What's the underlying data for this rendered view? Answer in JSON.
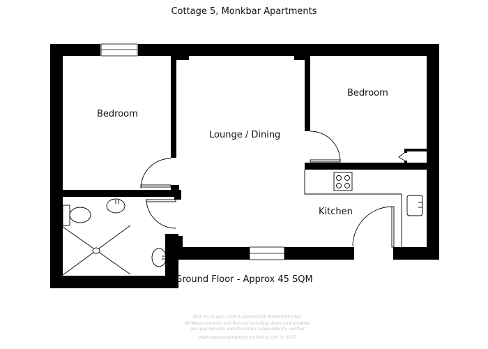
{
  "title": "Cottage 5, Monkbar Apartments",
  "floor": {
    "label": "Ground Floor - Approx 45 SQM"
  },
  "rooms": [
    {
      "id": "bedroom-1",
      "label": "Bedroom"
    },
    {
      "id": "lounge-dining",
      "label": "Lounge / Dining"
    },
    {
      "id": "bedroom-2",
      "label": "Bedroom"
    },
    {
      "id": "kitchen",
      "label": "Kitchen"
    }
  ],
  "fixtures": {
    "hob": "hob-icon",
    "sink": "sink-icon",
    "toilet": "toilet-icon",
    "basin": "basin-icon",
    "shower": "shower-tray-icon"
  },
  "disclaimer": {
    "line1": "NOT TO SCALE - FOR ILLUSTRATIVE PURPOSES ONLY",
    "line2": "All Measurements and fixtures including doors and windows",
    "line3": "are approximate and should be independently verified",
    "line4": "www.exposurepropertymarketing.com © 2017"
  },
  "colors": {
    "wall": "#000000",
    "background": "#ffffff",
    "text": "#111111",
    "disclaimer": "#c4c4c4"
  }
}
